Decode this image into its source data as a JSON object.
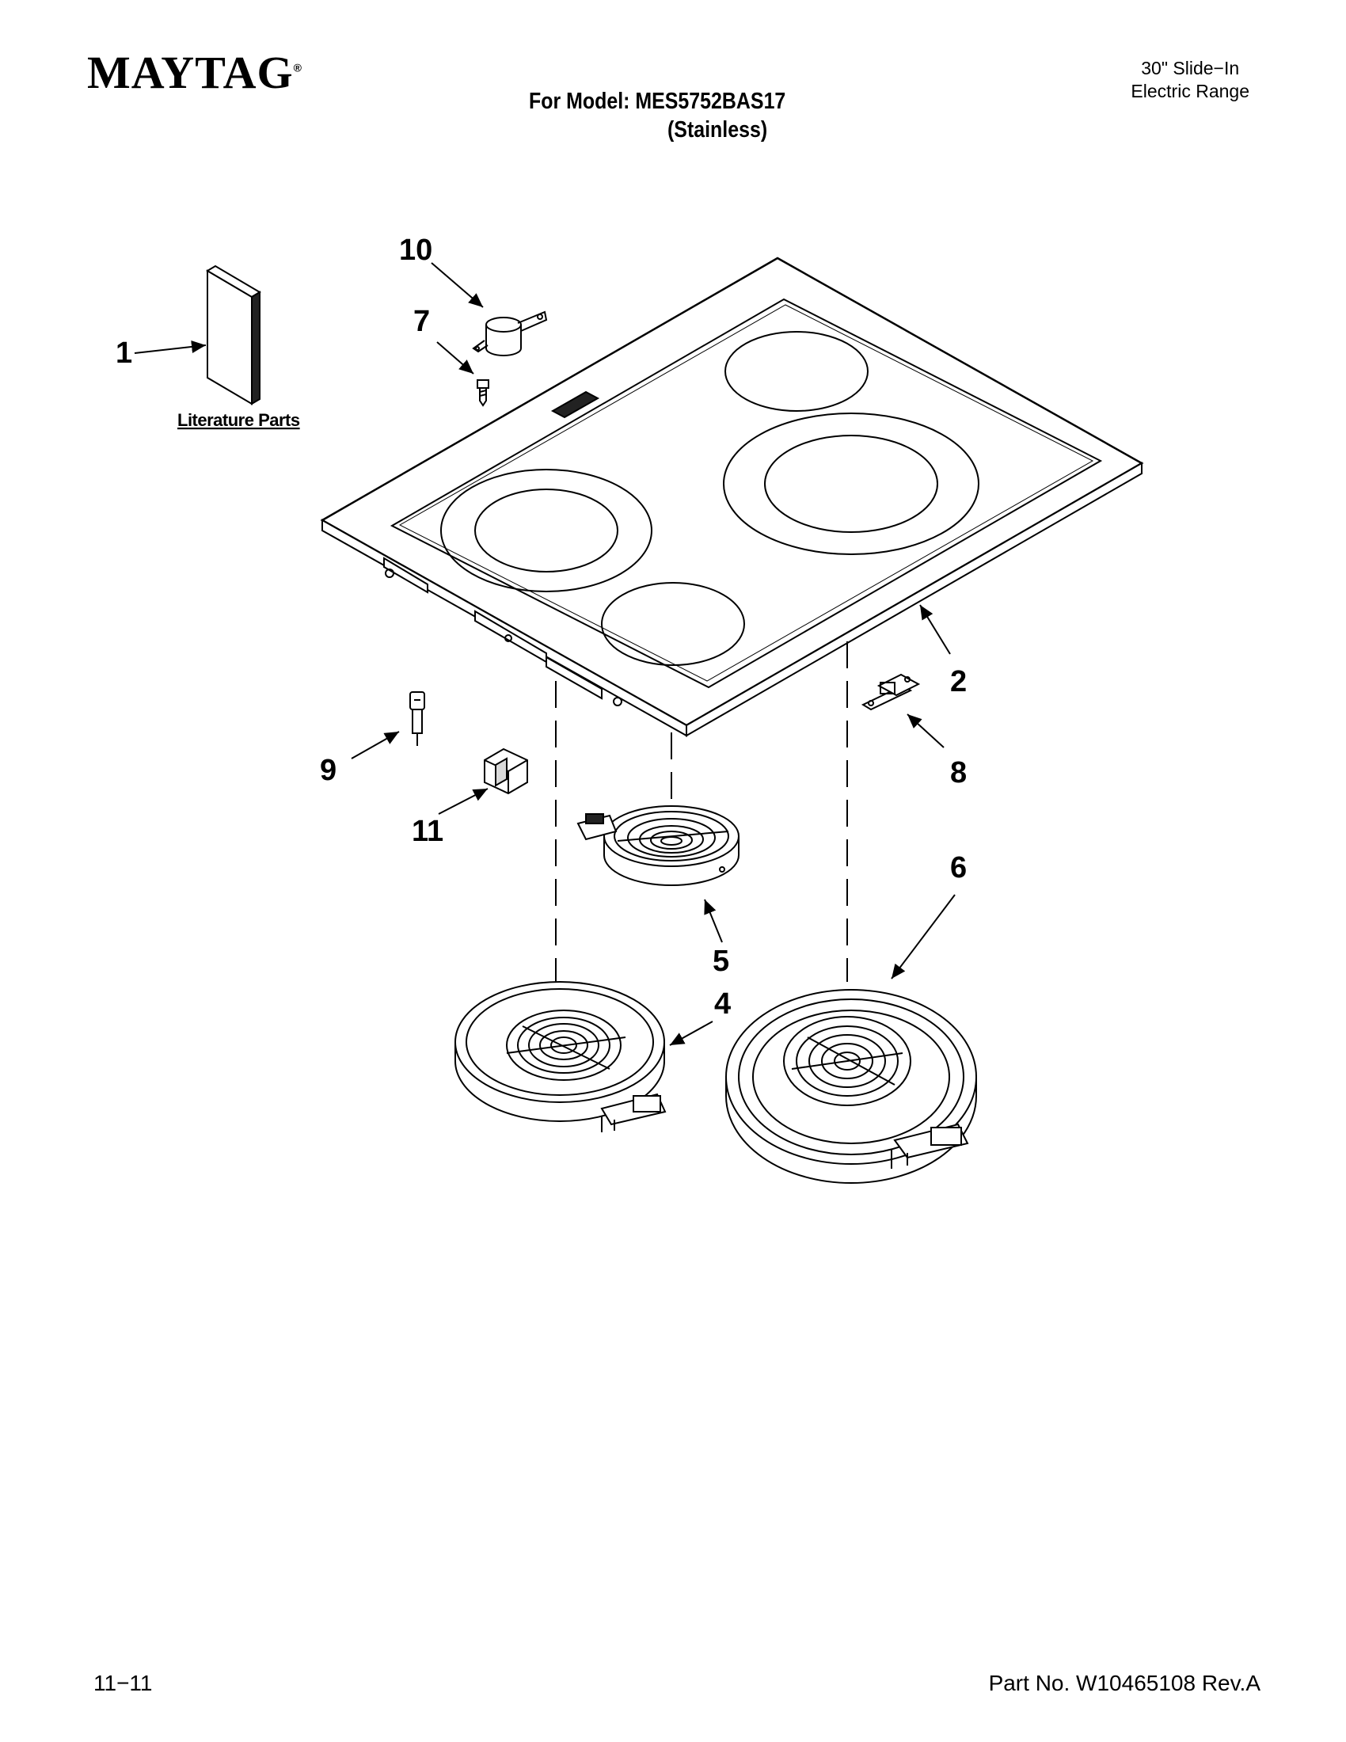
{
  "header": {
    "brand": "MAYTAG",
    "brand_mark": "®",
    "model_line": "For Model: MES5752BAS17",
    "variant_line": "(Stainless)",
    "product_line_1": "30\" Slide−In",
    "product_line_2": "Electric Range"
  },
  "diagram": {
    "literature_label": "Literature Parts",
    "callouts": [
      "1",
      "2",
      "4",
      "5",
      "6",
      "7",
      "8",
      "9",
      "10",
      "11"
    ]
  },
  "footer": {
    "date_code": "11−11",
    "part_number": "Part No. W10465108 Rev.A"
  },
  "colors": {
    "ink": "#000000",
    "paper": "#ffffff",
    "shade": "#d9d9d9"
  }
}
